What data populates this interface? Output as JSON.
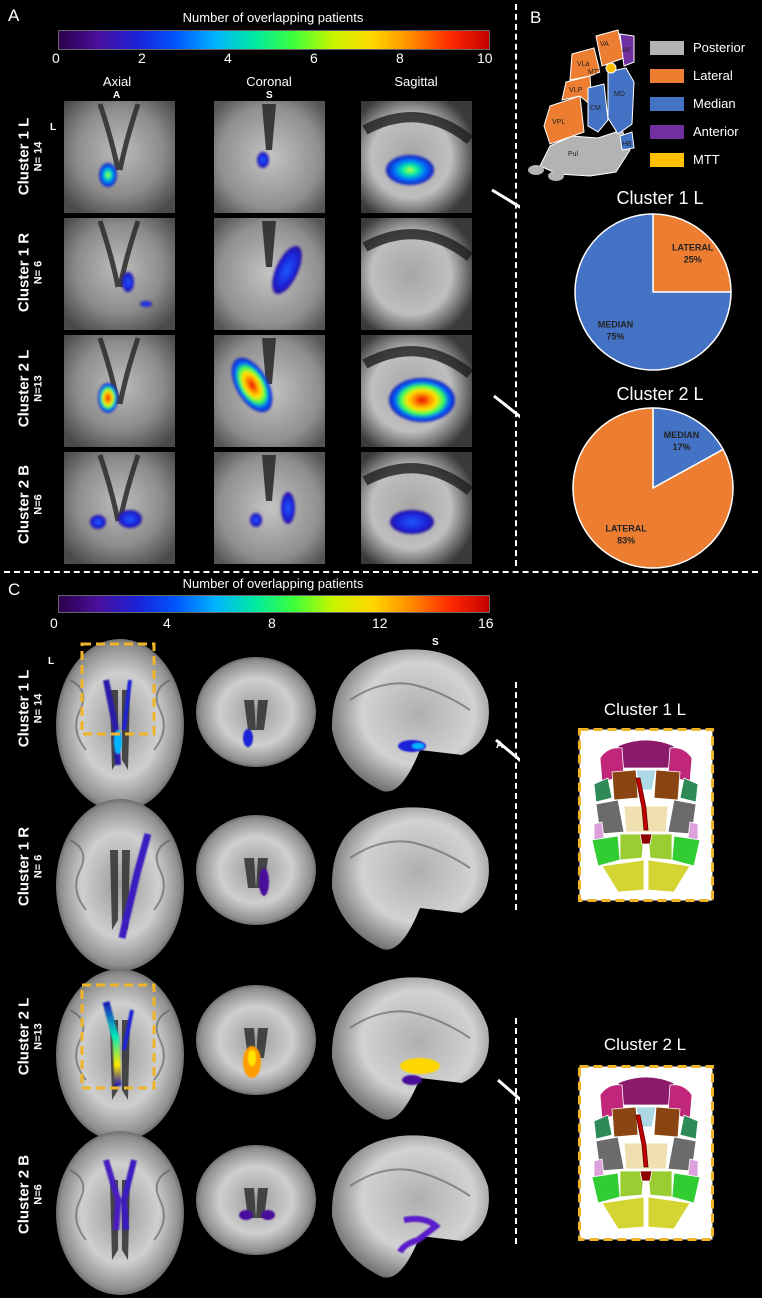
{
  "panelA": {
    "letter": "A",
    "colorbar": {
      "title": "Number of overlapping patients",
      "ticks": [
        "0",
        "2",
        "4",
        "6",
        "8",
        "10"
      ]
    },
    "views": [
      "Axial",
      "Coronal",
      "Sagittal"
    ],
    "orient": {
      "axial_top": "A",
      "coronal_top": "S",
      "side": "L"
    },
    "rows": [
      {
        "name": "Cluster 1 L",
        "n": "N= 14"
      },
      {
        "name": "Cluster 1 R",
        "n": "N= 6"
      },
      {
        "name": "Cluster 2 L",
        "n": "N=13"
      },
      {
        "name": "Cluster 2 B",
        "n": "N=6"
      }
    ]
  },
  "panelB": {
    "letter": "B",
    "nuclei": [
      "VA",
      "AV",
      "VLa",
      "MTT",
      "VLP",
      "MD",
      "CM",
      "VPL",
      "Pul",
      "HB"
    ],
    "legend": [
      {
        "label": "Posterior",
        "color": "#b3b3b3"
      },
      {
        "label": "Lateral",
        "color": "#ed7d31"
      },
      {
        "label": "Median",
        "color": "#4472c4"
      },
      {
        "label": "Anterior",
        "color": "#7030a0"
      },
      {
        "label": "MTT",
        "color": "#ffc000"
      }
    ]
  },
  "chart_data": [
    {
      "type": "pie",
      "title": "Cluster 1 L",
      "slices": [
        {
          "label": "LATERAL",
          "value": 25,
          "text": "25%",
          "color": "#ed7d31"
        },
        {
          "label": "MEDIAN",
          "value": 75,
          "text": "75%",
          "color": "#4472c4"
        }
      ]
    },
    {
      "type": "pie",
      "title": "Cluster 2 L",
      "slices": [
        {
          "label": "MEDIAN",
          "value": 17,
          "text": "17%",
          "color": "#4472c4"
        },
        {
          "label": "LATERAL",
          "value": 83,
          "text": "83%",
          "color": "#ed7d31"
        }
      ]
    }
  ],
  "panelC": {
    "letter": "C",
    "colorbar": {
      "title": "Number of overlapping patients",
      "ticks": [
        "0",
        "4",
        "8",
        "12",
        "16"
      ]
    },
    "orient": {
      "side": "L",
      "sagittal_top": "S",
      "sagittal_side": "A"
    },
    "rows": [
      {
        "name": "Cluster 1 L",
        "n": "N= 14"
      },
      {
        "name": "Cluster 1 R",
        "n": "N= 6"
      },
      {
        "name": "Cluster 2 L",
        "n": "N=13"
      },
      {
        "name": "Cluster 2 B",
        "n": "N=6"
      }
    ],
    "atlas_titles": [
      "Cluster 1 L",
      "Cluster 2 L"
    ]
  },
  "colors": {
    "highlight_box": "#f0b429",
    "arrow": "#ffffff",
    "divider": "#ffffff"
  }
}
